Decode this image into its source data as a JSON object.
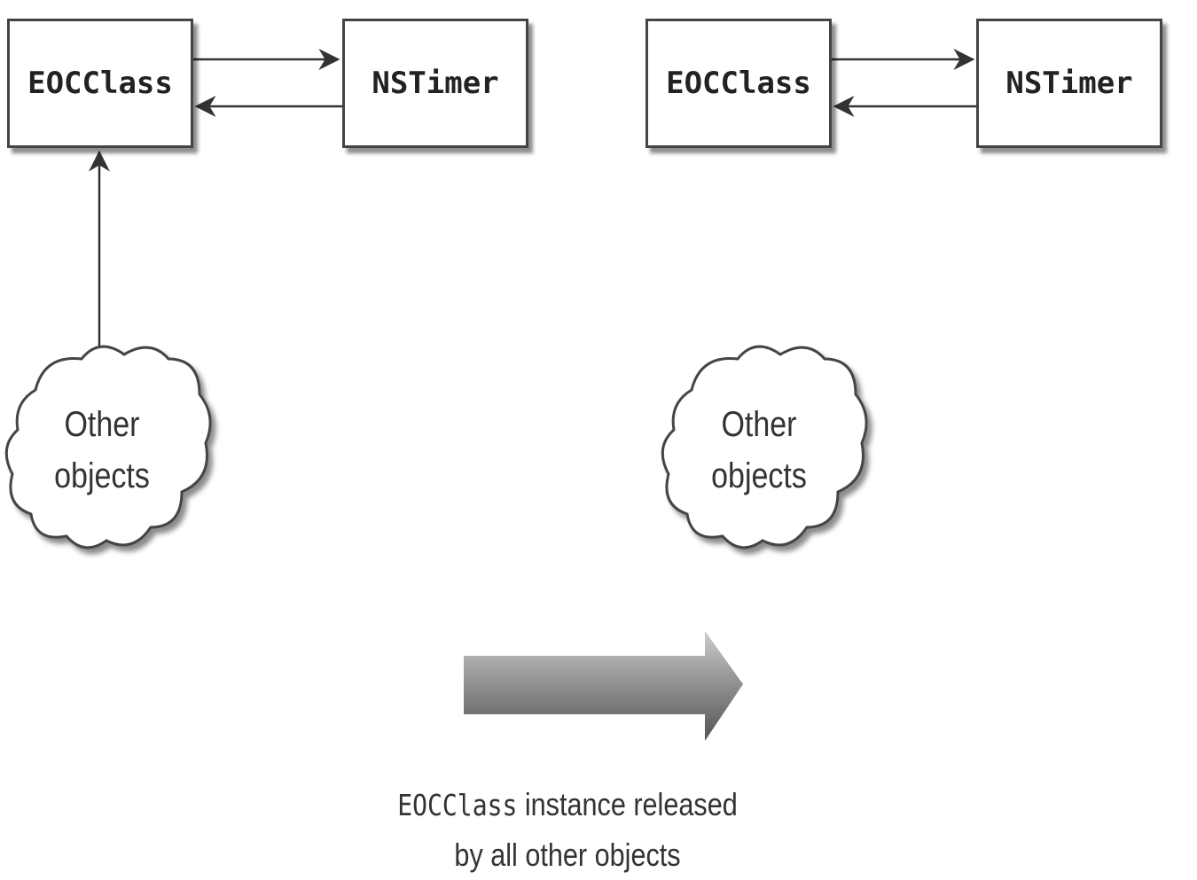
{
  "diagram": {
    "left": {
      "class_box": {
        "label": "EOCClass"
      },
      "timer_box": {
        "label": "NSTimer"
      },
      "cloud": {
        "line1": "Other",
        "line2": "objects"
      }
    },
    "right": {
      "class_box": {
        "label": "EOCClass"
      },
      "timer_box": {
        "label": "NSTimer"
      },
      "cloud": {
        "line1": "Other",
        "line2": "objects"
      }
    },
    "transition_caption": {
      "code": "EOCClass",
      "line1_rest": " instance released",
      "line2": "by all other objects"
    },
    "colors": {
      "stroke": "#444444",
      "text": "#222222",
      "arrow_gradient_dark": "#555555",
      "arrow_gradient_light": "#cccccc"
    }
  }
}
